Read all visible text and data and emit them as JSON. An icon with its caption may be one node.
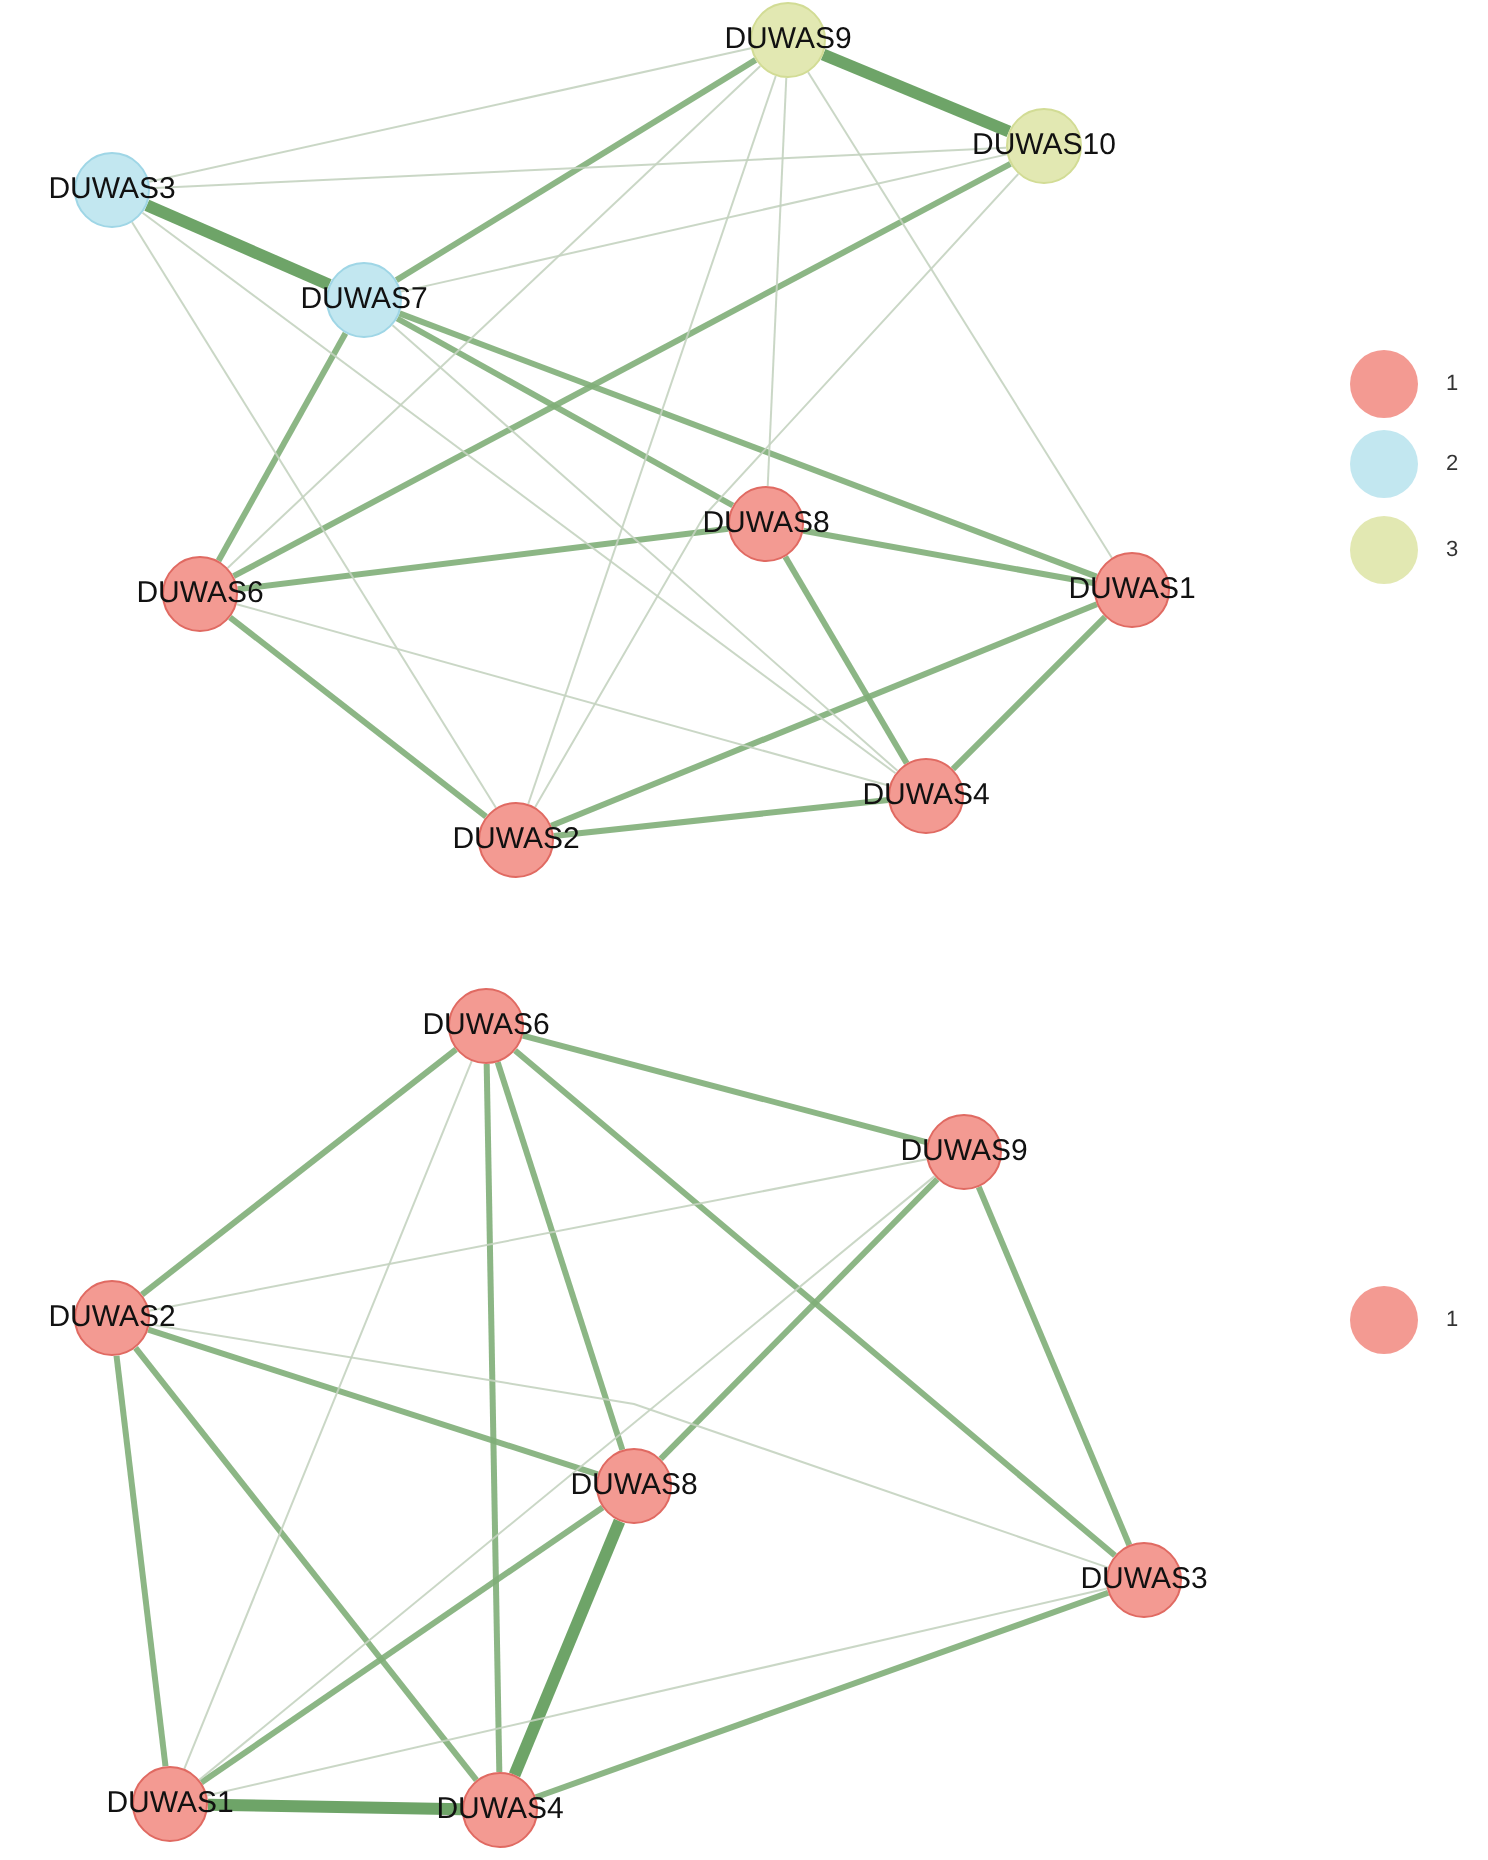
{
  "diagram": {
    "nodes": [
      {
        "text": [
          "DUWAS9"
        ]
      },
      {
        "text": [
          "DUWAS10"
        ]
      },
      {
        "text": [
          "DUWAS3"
        ]
      },
      {
        "text": [
          "DUWAS7"
        ]
      },
      {
        "text": [
          "DUWAS8"
        ]
      },
      {
        "text": [
          "DUWAS6"
        ]
      },
      {
        "text": [
          "DUWAS1"
        ]
      },
      {
        "text": [
          "DUWAS4"
        ]
      },
      {
        "text": [
          "DUWAS2"
        ]
      },
      {
        "text": [
          "DUWAS6"
        ]
      },
      {
        "text": [
          "DUWAS9"
        ]
      },
      {
        "text": [
          "DUWAS2"
        ]
      },
      {
        "text": [
          "DUWAS8"
        ]
      },
      {
        "text": [
          "DUWAS3"
        ]
      },
      {
        "text": [
          "DUWAS1"
        ]
      },
      {
        "text": [
          "DUWAS4"
        ]
      }
    ],
    "edges": [
      {
        "from": 0,
        "to": 1,
        "arrow": "none",
        "style": "thick"
      },
      {
        "from": 2,
        "to": 3,
        "arrow": "none",
        "style": "thick"
      },
      {
        "from": 0,
        "to": 3,
        "arrow": "none"
      },
      {
        "from": 3,
        "to": 5,
        "arrow": "none"
      },
      {
        "from": 3,
        "to": 6,
        "arrow": "none"
      },
      {
        "from": 3,
        "to": 4,
        "arrow": "none"
      },
      {
        "from": 1,
        "to": 5,
        "arrow": "none"
      },
      {
        "from": 5,
        "to": 4,
        "arrow": "none"
      },
      {
        "from": 5,
        "to": 8,
        "arrow": "none"
      },
      {
        "from": 4,
        "to": 7,
        "arrow": "none"
      },
      {
        "from": 4,
        "to": 6,
        "arrow": "none"
      },
      {
        "from": 6,
        "to": 7,
        "arrow": "none"
      },
      {
        "from": 6,
        "to": 8,
        "arrow": "none"
      },
      {
        "from": 8,
        "to": 7,
        "arrow": "none"
      },
      {
        "from": 0,
        "to": 2,
        "arrow": "none",
        "color": "#c4d3c0"
      },
      {
        "from": 1,
        "to": 2,
        "arrow": "none",
        "color": "#c4d3c0"
      },
      {
        "from": 1,
        "to": 3,
        "arrow": "none",
        "color": "#c4d3c0"
      },
      {
        "from": 0,
        "to": 5,
        "arrow": "none",
        "color": "#c4d3c0"
      },
      {
        "from": 0,
        "to": 8,
        "arrow": "none",
        "color": "#c4d3c0"
      },
      {
        "from": 0,
        "to": 4,
        "arrow": "none",
        "color": "#c4d3c0"
      },
      {
        "from": 0,
        "to": 6,
        "arrow": "none",
        "color": "#c4d3c0"
      },
      {
        "from": 1,
        "to": 8,
        "arrow": "none",
        "color": "#c4d3c0"
      },
      {
        "from": 3,
        "to": 7,
        "arrow": "none",
        "color": "#c4d3c0"
      },
      {
        "from": 5,
        "to": 7,
        "arrow": "none",
        "color": "#c4d3c0"
      },
      {
        "from": 2,
        "to": 7,
        "arrow": "none",
        "color": "#c4d3c0"
      },
      {
        "from": 2,
        "to": 8,
        "arrow": "none",
        "color": "#c4d3c0"
      },
      {
        "from": 12,
        "to": 15,
        "arrow": "none",
        "style": "thick"
      },
      {
        "from": 14,
        "to": 15,
        "arrow": "none",
        "style": "thick"
      },
      {
        "from": 9,
        "to": 10,
        "arrow": "none"
      },
      {
        "from": 9,
        "to": 11,
        "arrow": "none"
      },
      {
        "from": 9,
        "to": 12,
        "arrow": "none"
      },
      {
        "from": 9,
        "to": 15,
        "arrow": "none"
      },
      {
        "from": 9,
        "to": 13,
        "arrow": "none"
      },
      {
        "from": 10,
        "to": 13,
        "arrow": "none"
      },
      {
        "from": 10,
        "to": 12,
        "arrow": "none"
      },
      {
        "from": 11,
        "to": 12,
        "arrow": "none"
      },
      {
        "from": 11,
        "to": 14,
        "arrow": "none"
      },
      {
        "from": 11,
        "to": 15,
        "arrow": "none"
      },
      {
        "from": 12,
        "to": 14,
        "arrow": "none"
      },
      {
        "from": 15,
        "to": 13,
        "arrow": "none"
      },
      {
        "from": 9,
        "to": 14,
        "arrow": "none",
        "color": "#c4d3c0"
      },
      {
        "from": 10,
        "to": 11,
        "arrow": "none",
        "color": "#c4d3c0"
      },
      {
        "from": 10,
        "to": 14,
        "arrow": "none",
        "color": "#c4d3c0"
      },
      {
        "from": 11,
        "to": 13,
        "arrow": "none",
        "color": "#c4d3c0"
      },
      {
        "from": 14,
        "to": 13,
        "arrow": "none",
        "color": "#c4d3c0"
      }
    ],
    "legend": [
      {
        "text": "1",
        "color": "#f39a92"
      },
      {
        "text": "2",
        "color": "#c2e7f0"
      },
      {
        "text": "3",
        "color": "#e2e8b2"
      },
      {
        "text": "1",
        "color": "#f39a92"
      }
    ]
  }
}
